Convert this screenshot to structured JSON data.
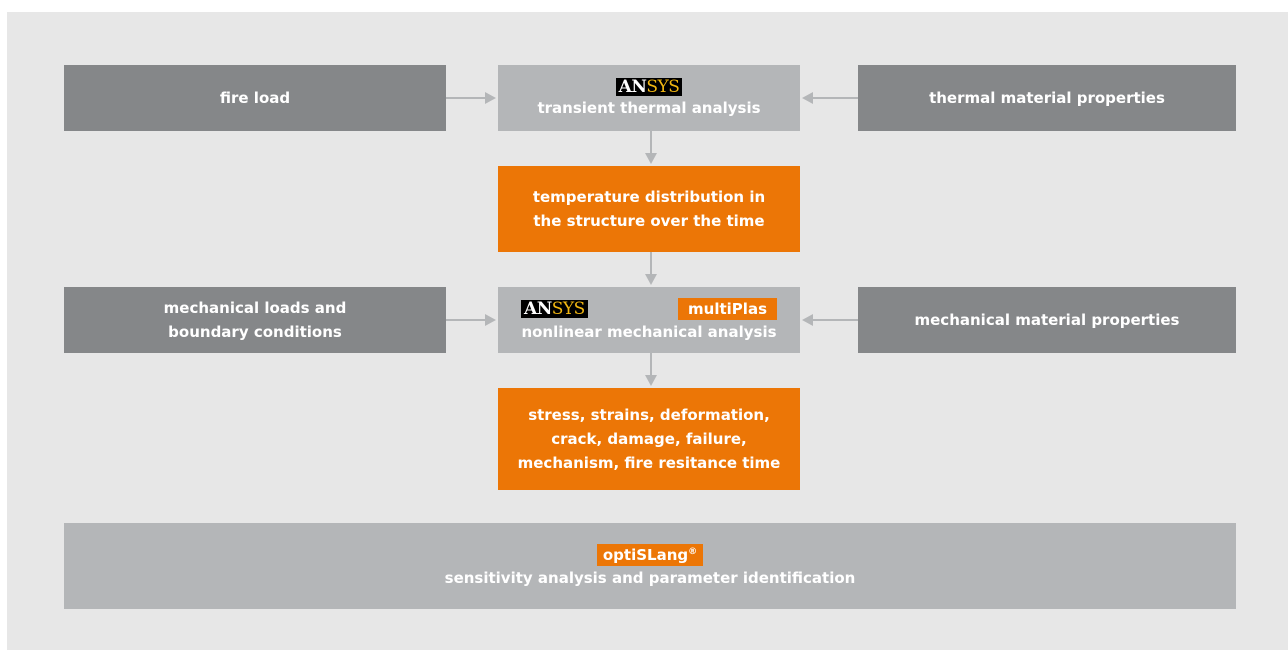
{
  "colors": {
    "background": "#e7e7e7",
    "input_box": "#858789",
    "analysis_box": "#b4b6b8",
    "result_box": "#ec7606",
    "arrow": "#b4b6b8"
  },
  "inputs": {
    "fire_load": "fire load",
    "thermal_material_properties": "thermal material properties",
    "mechanical_loads": "mechanical loads and boundary conditions",
    "mechanical_material_properties": "mechanical material properties"
  },
  "thermal_analysis": {
    "logo_part1": "AN",
    "logo_part2": "SYS",
    "label": "transient thermal analysis"
  },
  "temperature_result": "temperature distribution in the structure over the time",
  "mechanical_analysis": {
    "logo_part1": "AN",
    "logo_part2": "SYS",
    "plugin": "multiPlas",
    "label": "nonlinear mechanical analysis"
  },
  "final_result": "stress, strains, deformation, crack, damage, failure, mechanism, fire resitance time",
  "optislang": {
    "logo": "optiSLang",
    "registered": "®",
    "label": "sensitivity analysis and parameter identification"
  }
}
